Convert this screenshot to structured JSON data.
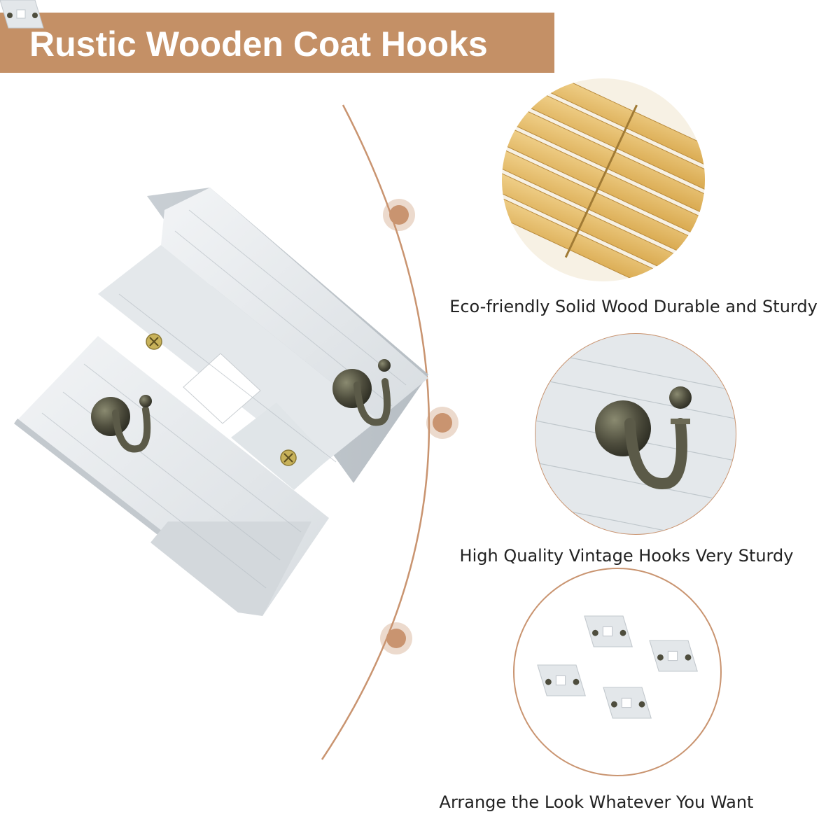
{
  "banner": {
    "title": "Rustic Wooden Coat Hooks"
  },
  "features": [
    {
      "caption": "Eco-friendly Solid Wood Durable and Sturdy",
      "image": "wood-planks-stack"
    },
    {
      "caption": "High Quality Vintage Hooks Very Sturdy",
      "image": "vintage-hook-closeup"
    },
    {
      "caption": "Arrange the Look Whatever You Want",
      "image": "four-racks-arrangement"
    }
  ],
  "colors": {
    "banner": "#c49066",
    "accent": "#c99470",
    "wood_white": "#e9edf0",
    "hook_bronze": "#5b5a48",
    "pine": "#e6bc6c"
  }
}
